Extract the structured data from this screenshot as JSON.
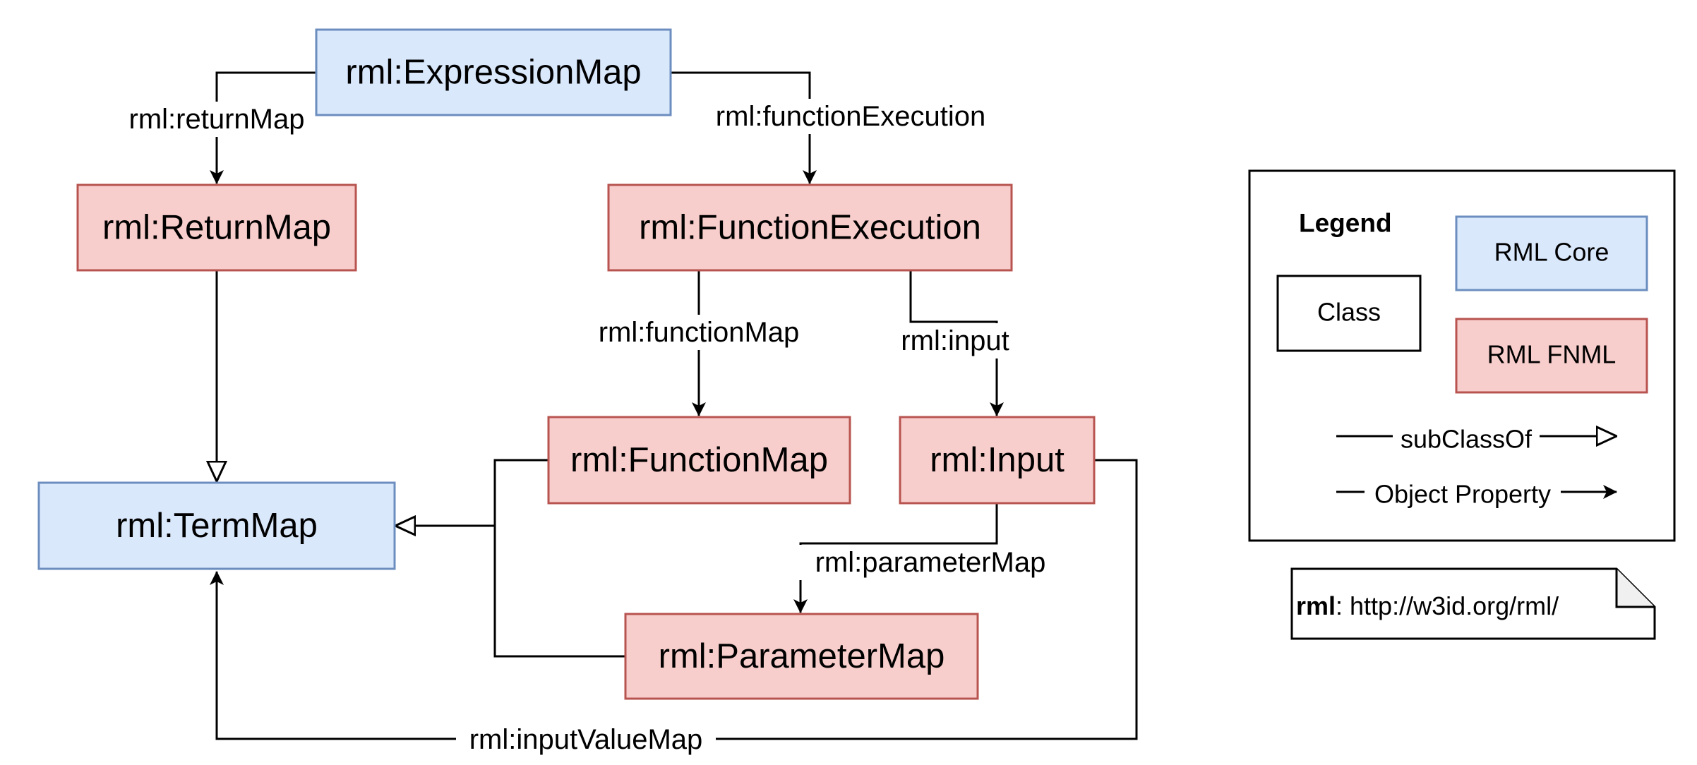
{
  "colors": {
    "core_fill": "#dae8fc",
    "core_stroke": "#6c8ebf",
    "fnml_fill": "#f8cecc",
    "fnml_stroke": "#b85450",
    "line": "#000000"
  },
  "nodes": {
    "expression_map": "rml:ExpressionMap",
    "return_map": "rml:ReturnMap",
    "function_execution": "rml:FunctionExecution",
    "function_map": "rml:FunctionMap",
    "input": "rml:Input",
    "term_map": "rml:TermMap",
    "parameter_map": "rml:ParameterMap"
  },
  "edges": {
    "return_map": "rml:returnMap",
    "function_execution": "rml:functionExecution",
    "function_map": "rml:functionMap",
    "input": "rml:input",
    "parameter_map": "rml:parameterMap",
    "input_value_map": "rml:inputValueMap"
  },
  "legend": {
    "title": "Legend",
    "class": "Class",
    "core": "RML Core",
    "fnml": "RML FNML",
    "subclass": "subClassOf",
    "object_property": "Object Property"
  },
  "namespace": {
    "prefix": "rml",
    "uri": ": http://w3id.org/rml/"
  }
}
